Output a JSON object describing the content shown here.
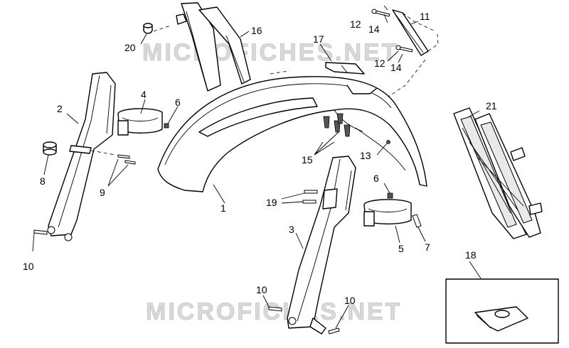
{
  "watermark": {
    "text_top": "MICROFICHES.NET",
    "text_bottom": "MICROFICHES.NET"
  },
  "callouts": {
    "c1": "1",
    "c2": "2",
    "c3": "3",
    "c4": "4",
    "c5": "5",
    "c6a": "6",
    "c6b": "6",
    "c7": "7",
    "c8": "8",
    "c9": "9",
    "c10a": "10",
    "c10b": "10",
    "c10c": "10",
    "c11": "11",
    "c12a": "12",
    "c12b": "12",
    "c13": "13",
    "c14a": "14",
    "c14b": "14",
    "c15": "15",
    "c16": "16",
    "c17": "17",
    "c18": "18",
    "c19": "19",
    "c20": "20",
    "c21": "21"
  }
}
